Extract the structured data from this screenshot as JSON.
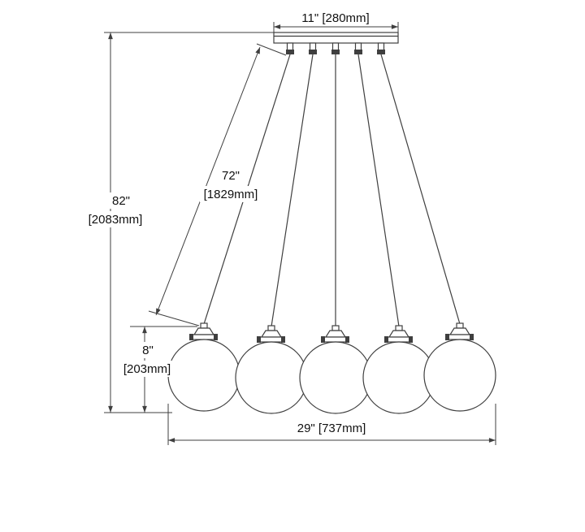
{
  "diagram": {
    "canopy_width_label": "11\" [280mm]",
    "cord_length_in": "72\"",
    "cord_length_mm": "[1829mm]",
    "overall_height_in": "82\"",
    "overall_height_mm": "[2083mm]",
    "fixture_height_in": "8\"",
    "fixture_height_mm": "[203mm]",
    "overall_width_label": "29\" [737mm]"
  },
  "colors": {
    "line": "#3f3f3f",
    "text": "#111111",
    "background": "#ffffff"
  }
}
